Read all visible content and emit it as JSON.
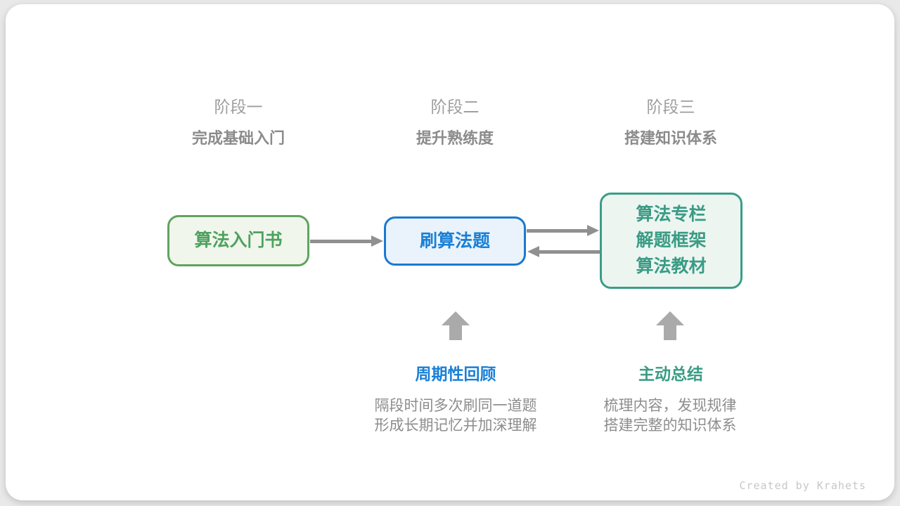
{
  "colors": {
    "card_bg": "#ffffff",
    "page_bg": "#e9e9e9",
    "green_border": "#61a35e",
    "green_bg": "#f0f6ec",
    "green_text": "#4da25e",
    "blue_border": "#1a79d0",
    "blue_bg": "#eaf3fb",
    "blue_text": "#1a80d6",
    "teal_border": "#3b9d87",
    "teal_bg": "#edf5f1",
    "teal_text": "#3a9c85",
    "arrow_gray": "#909090",
    "up_arrow_gray": "#aaaaaa",
    "header_gray": "#9e9e9e",
    "subtitle_gray": "#8b8b8b",
    "desc_gray": "#8d8d8d",
    "footer_gray": "#c7c7c7"
  },
  "stages": [
    {
      "label": "阶段一",
      "subtitle": "完成基础入门"
    },
    {
      "label": "阶段二",
      "subtitle": "提升熟练度"
    },
    {
      "label": "阶段三",
      "subtitle": "搭建知识体系"
    }
  ],
  "nodes": [
    {
      "id": "intro-book",
      "lines": [
        "算法入门书"
      ]
    },
    {
      "id": "practice-problems",
      "lines": [
        "刷算法题"
      ]
    },
    {
      "id": "knowledge-resources",
      "lines": [
        "算法专栏",
        "解题框架",
        "算法教材"
      ]
    }
  ],
  "annotations": [
    {
      "title": "周期性回顾",
      "desc_line1": "隔段时间多次刷同一道题",
      "desc_line2": "形成长期记忆并加深理解"
    },
    {
      "title": "主动总结",
      "desc_line1": "梳理内容，发现规律",
      "desc_line2": "搭建完整的知识体系"
    }
  ],
  "footer": {
    "credit": "Created by Krahets"
  }
}
